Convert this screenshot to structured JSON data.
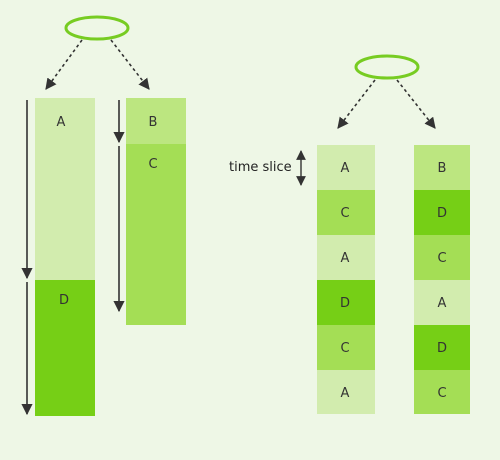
{
  "colors": {
    "background": "#eef7e6",
    "ellipse_stroke": "#77cc22",
    "light": "#d2ecae",
    "medium": "#a4de55",
    "dark": "#76cf16",
    "bright": "#bce680",
    "arrow": "#333333"
  },
  "left_diagram": {
    "column_1": [
      {
        "label": "A",
        "shade": "light"
      },
      {
        "label": "D",
        "shade": "dark"
      }
    ],
    "column_2": [
      {
        "label": "B",
        "shade": "bright"
      },
      {
        "label": "C",
        "shade": "medium"
      }
    ]
  },
  "right_diagram": {
    "time_slice_label": "time slice",
    "column_1": [
      {
        "label": "A",
        "shade": "light"
      },
      {
        "label": "C",
        "shade": "medium"
      },
      {
        "label": "A",
        "shade": "light"
      },
      {
        "label": "D",
        "shade": "dark"
      },
      {
        "label": "C",
        "shade": "medium"
      },
      {
        "label": "A",
        "shade": "light"
      }
    ],
    "column_2": [
      {
        "label": "B",
        "shade": "bright"
      },
      {
        "label": "D",
        "shade": "dark"
      },
      {
        "label": "C",
        "shade": "medium"
      },
      {
        "label": "A",
        "shade": "light"
      },
      {
        "label": "D",
        "shade": "dark"
      },
      {
        "label": "C",
        "shade": "medium"
      }
    ]
  }
}
